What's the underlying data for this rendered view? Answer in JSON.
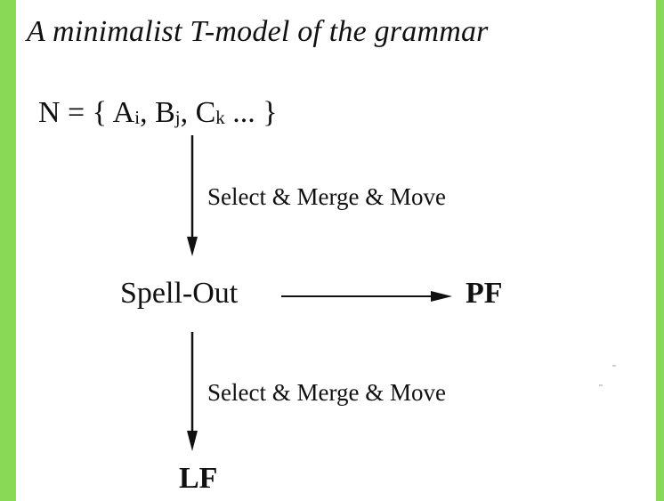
{
  "diagram": {
    "title": "A minimalist T-model of the grammar",
    "numeration": {
      "prefix": "N = { A",
      "sub_a": "i",
      "mid_b": ", B",
      "sub_b": "j",
      "mid_c": ", C",
      "sub_c": "k",
      "suffix": " ... }"
    },
    "step_label_1": "Select & Merge & Move",
    "spell_out": "Spell-Out",
    "pf": "PF",
    "step_label_2": "Select & Merge & Move",
    "lf": "LF"
  },
  "colors": {
    "border": "#89d957",
    "background": "#ffffff",
    "ink": "#111111"
  }
}
